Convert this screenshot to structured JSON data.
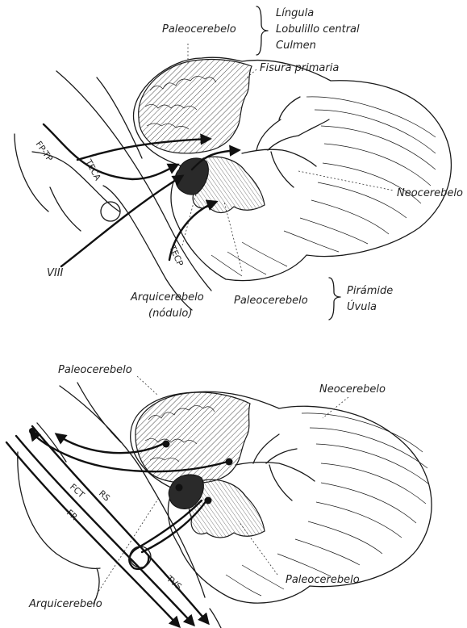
{
  "top_figure": {
    "paleo_upper": {
      "label": "Paleocerebelo",
      "lobes": [
        "Língula",
        "Lobulillo central",
        "Culmen"
      ]
    },
    "fissure": "Fisura primaria",
    "neo": "Neocerebelo",
    "tracts": {
      "fp_tp": "FP-TP",
      "teca": "TECA",
      "tecp": "TECP",
      "viii": "VIII"
    },
    "archi": [
      "Arquicerebelo",
      "(nódulo)"
    ],
    "paleo_lower": {
      "label": "Paleocerebelo",
      "lobes": [
        "Pirámide",
        "Úvula"
      ]
    }
  },
  "bottom_figure": {
    "paleo_upper": "Paleocerebelo",
    "neo": "Neocerebelo",
    "tracts": {
      "fct": "FCT",
      "rs": "RS",
      "fr": "FR",
      "tvs": "TVS"
    },
    "archi": "Arquicerebelo",
    "paleo_lower": "Paleocerebelo"
  }
}
